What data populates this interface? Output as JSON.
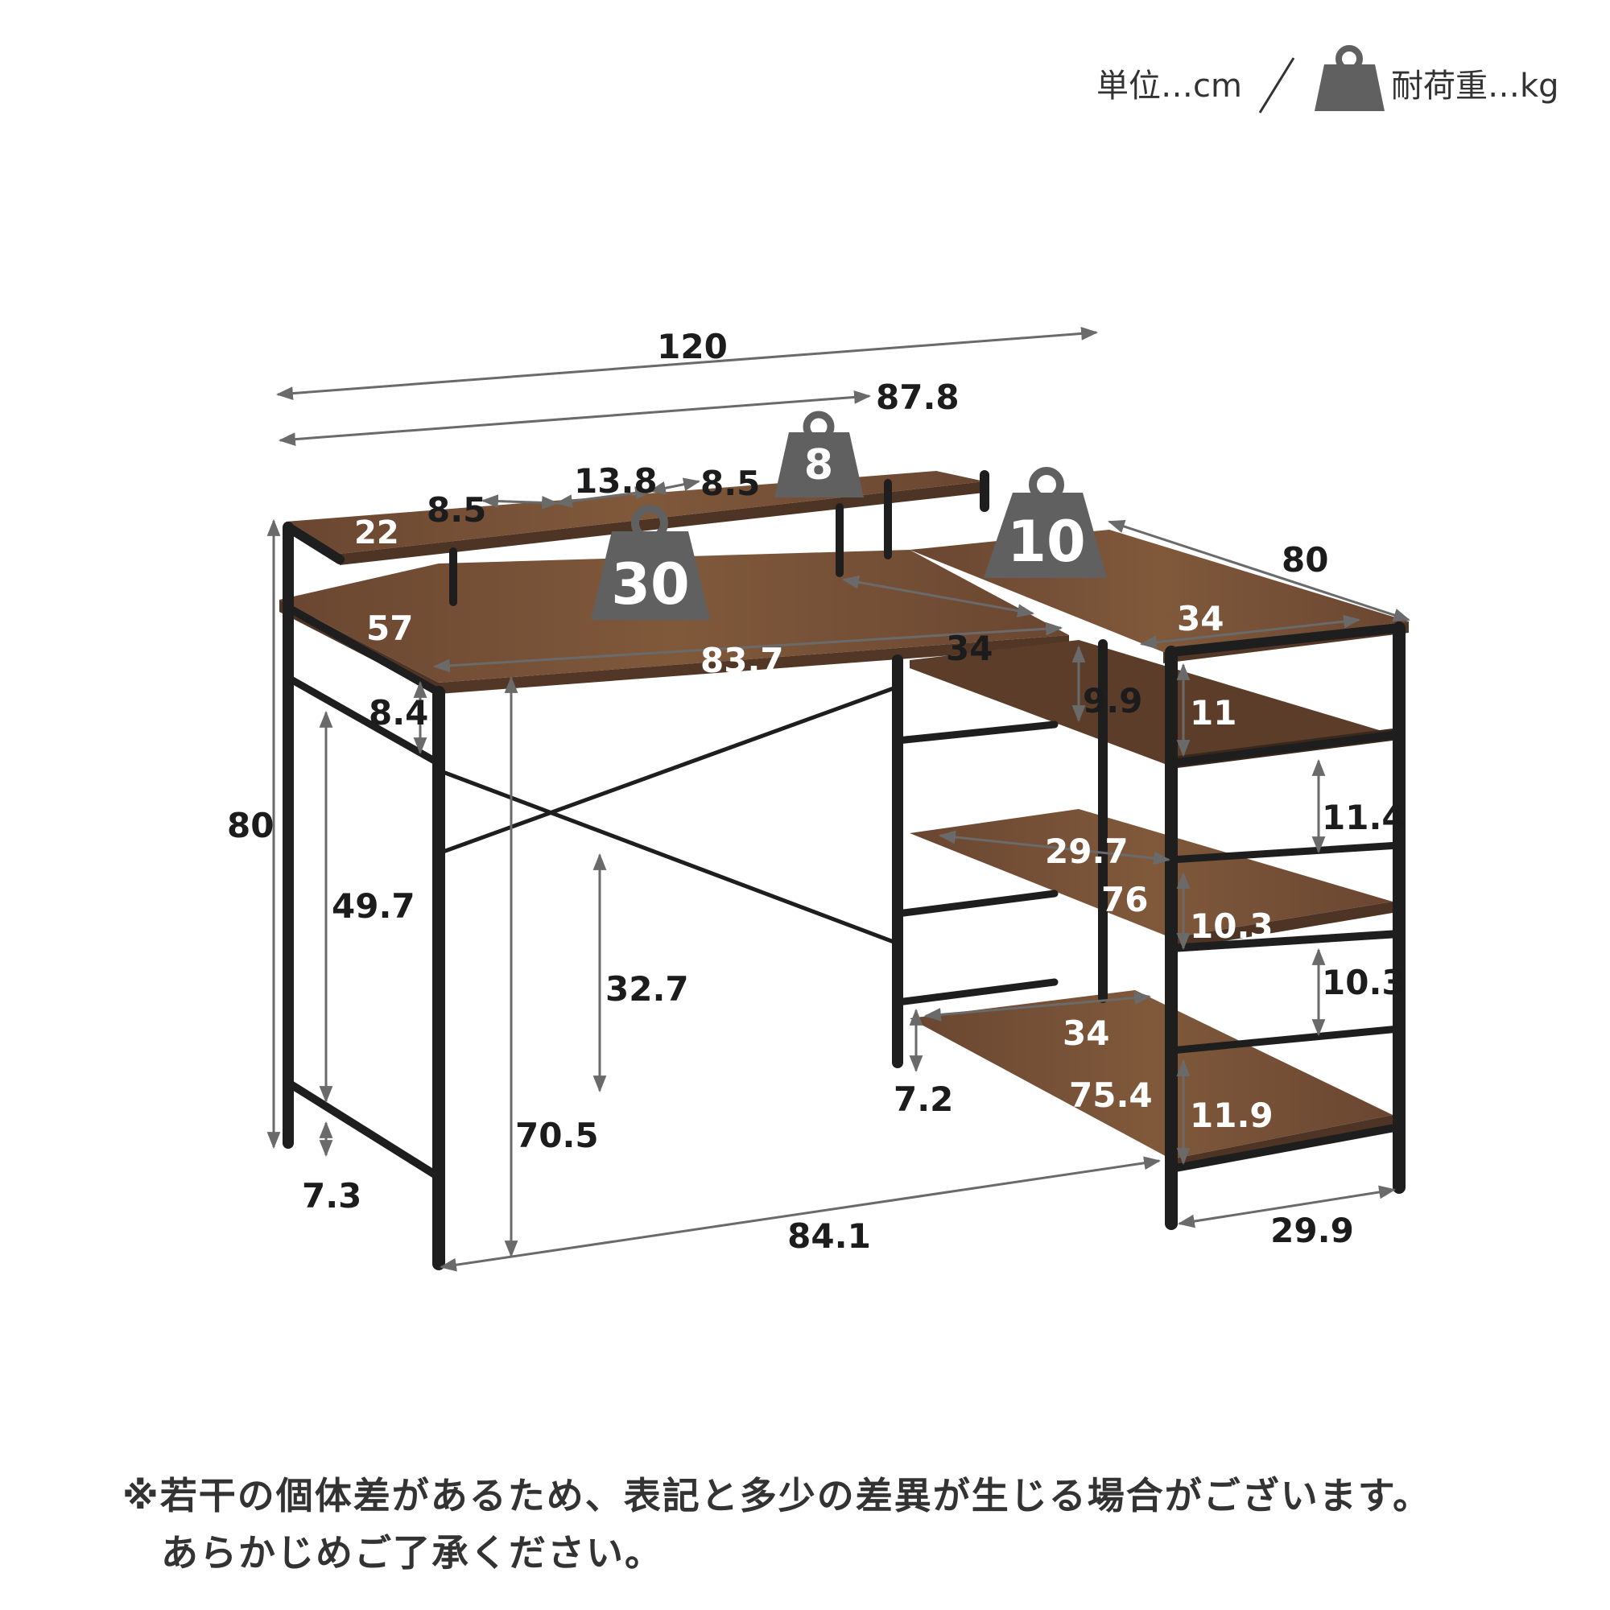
{
  "legend": {
    "unit_label": "単位…cm",
    "separator": "／",
    "load_label": "耐荷重…kg",
    "icon": "weight-icon"
  },
  "weights": {
    "monitor_shelf": "8",
    "desk_top": "30",
    "side_top": "10"
  },
  "dimensions": {
    "total_width": "120",
    "desk_width": "87.8",
    "shelf_gap_left": "8.5",
    "shelf_gap_mid": "13.8",
    "shelf_gap_right": "8.5",
    "shelf_depth": "22",
    "top_depth": "57",
    "top_inner_width": "83.7",
    "side_depth_top": "34",
    "side_width": "80",
    "side_inner_width": "34",
    "overall_height": "80",
    "apron_height": "8.4",
    "leg_clearance": "49.7",
    "cross_center": "32.7",
    "under_height": "70.5",
    "foot_bar": "7.3",
    "bottom_width": "84.1",
    "shelf1_height": "9.9",
    "shelf1_right": "11",
    "shelf2_gap": "11.4",
    "shelf2_depth": "29.7",
    "shelf2_width": "76",
    "shelf3_height": "10.3",
    "shelf3_gap": "10.3",
    "shelf4_depth": "34",
    "shelf4_width": "75.4",
    "shelf4_clearance": "7.2",
    "shelf4_height": "11.9",
    "base_depth": "29.9"
  },
  "colors": {
    "wood": "#6e4a33",
    "wood_light": "#86603f",
    "frame": "#1e1e1e",
    "dimension_line": "#6a6a6a",
    "weight_badge": "#606060"
  },
  "notes": {
    "line1": "※若干の個体差があるため、表記と多少の差異が生じる場合がございます。",
    "line2": "あらかじめご了承ください。"
  }
}
